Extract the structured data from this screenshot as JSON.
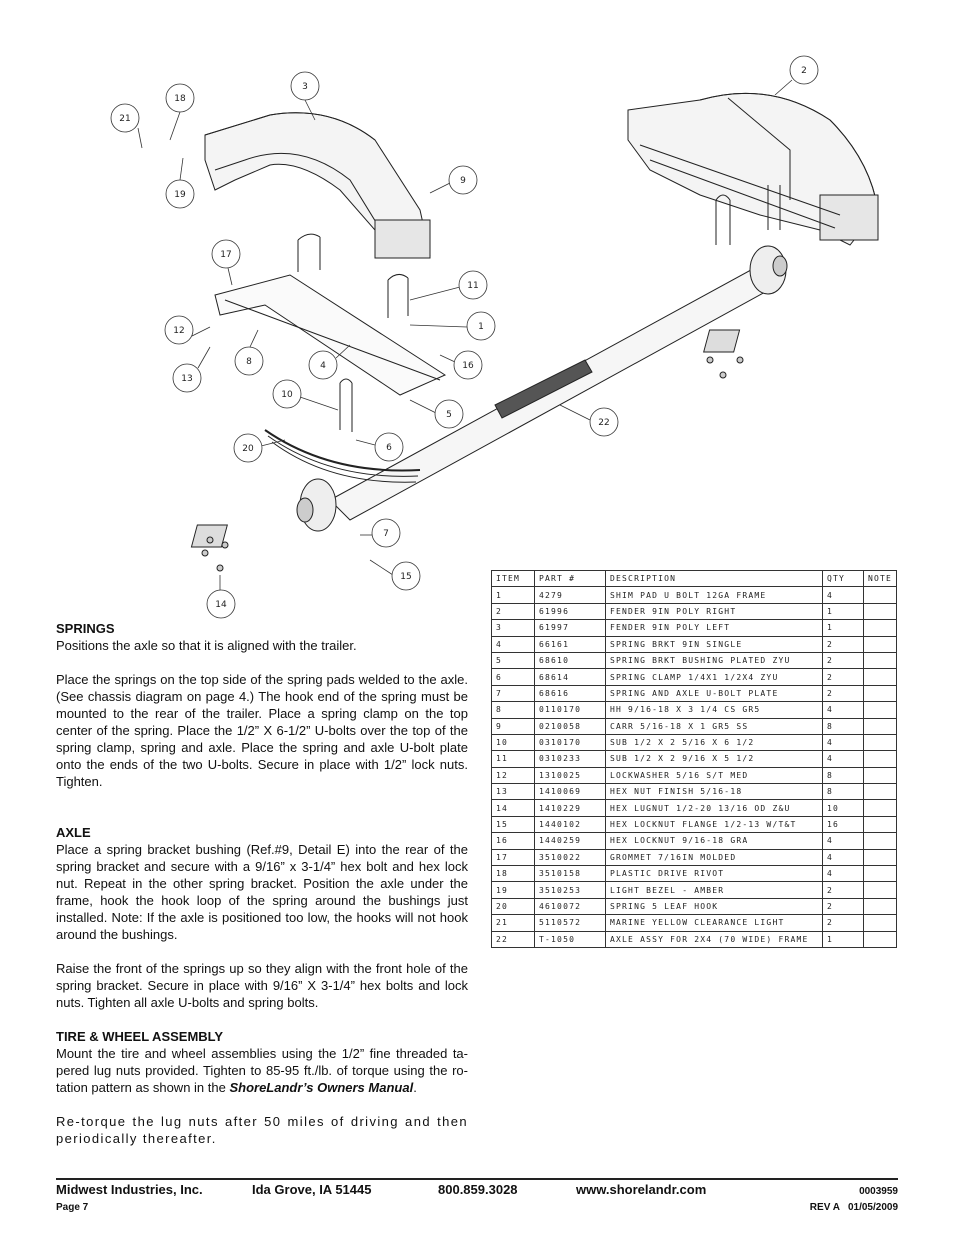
{
  "callouts": [
    "21",
    "18",
    "19",
    "3",
    "9",
    "2",
    "17",
    "11",
    "1",
    "12",
    "13",
    "8",
    "4",
    "16",
    "10",
    "5",
    "20",
    "6",
    "22",
    "7",
    "15",
    "14"
  ],
  "springs": {
    "heading": "SPRINGS",
    "p1": "Positions the axle so that it is aligned with the trailer.",
    "p2": "Place  the springs on the top side of the spring pads welded to the axle. (See chassis diagram on page 4.) The hook end of the spring must be mounted to the rear of the trailer. Place a spring clamp on the top center of the spring. Place the 1/2” X 6-1/2” U-bolts over the top of the spring clamp, spring and axle. Place the spring and axle U-bolt plate onto the ends of the two U-bolts. Secure in place with 1/2” lock nuts. Tighten."
  },
  "axle": {
    "heading": "AXLE",
    "p1": "Place a spring bracket bushing (Ref.#9, Detail E) into the rear of the spring bracket and secure with a 9/16” x 3-1/4” hex bolt and hex lock nut. Repeat in the other spring bracket. Position the axle under the frame, hook the hook loop of the spring around the bushings just installed. Note: If the axle is positioned too low, the hooks will not hook around the bushings.",
    "p2": "Raise the front of the springs up so they align with the front hole of the spring bracket. Secure in place with 9/16” X 3-1/4” hex bolts and lock nuts. Tighten all axle U-bolts and spring bolts."
  },
  "tire": {
    "heading": "TIRE & WHEEL ASSEMBLY",
    "p1_a": "Mount the tire and wheel assemblies using the 1/2” fine threaded ta-pered lug nuts provided. Tighten to 85-95 ft./lb. of torque using the ro-tation pattern as shown in the ",
    "p1_em": "ShoreLandr’s Owners Manual",
    "p1_b": ".",
    "p2": "Re-torque the lug nuts after 50 miles of driving and then periodically thereafter."
  },
  "parts_table": {
    "headers": [
      "ITEM",
      "PART #",
      "DESCRIPTION",
      "QTY",
      "NOTE"
    ],
    "rows": [
      [
        "1",
        "4279",
        "SHIM PAD   U BOLT 12GA FRAME",
        "4",
        ""
      ],
      [
        "2",
        "61996",
        "FENDER  9IN POLY RIGHT",
        "1",
        ""
      ],
      [
        "3",
        "61997",
        "FENDER  9IN POLY LEFT",
        "1",
        ""
      ],
      [
        "4",
        "66161",
        "SPRING BRKT   9IN SINGLE",
        "2",
        ""
      ],
      [
        "5",
        "68610",
        "SPRING BRKT BUSHING PLATED ZYU",
        "2",
        ""
      ],
      [
        "6",
        "68614",
        "SPRING CLAMP  1/4X1 1/2X4  ZYU",
        "2",
        ""
      ],
      [
        "7",
        "68616",
        "SPRING AND AXLE U-BOLT PLATE",
        "2",
        ""
      ],
      [
        "8",
        "0110170",
        "HH 9/16-18 X 3 1/4 CS GR5",
        "4",
        ""
      ],
      [
        "9",
        "0210058",
        "CARR 5/16-18 X 1 GR5 SS",
        "8",
        ""
      ],
      [
        "10",
        "0310170",
        "SUB 1/2 X 2 5/16 X 6 1/2",
        "4",
        ""
      ],
      [
        "11",
        "0310233",
        "SUB 1/2 X 2 9/16 X 5 1/2",
        "4",
        ""
      ],
      [
        "12",
        "1310025",
        "LOCKWASHER 5/16 S/T MED",
        "8",
        ""
      ],
      [
        "13",
        "1410069",
        "HEX NUT FINISH 5/16-18",
        "8",
        ""
      ],
      [
        "14",
        "1410229",
        "HEX LUGNUT 1/2-20 13/16 OD Z&U",
        "10",
        ""
      ],
      [
        "15",
        "1440102",
        "HEX LOCKNUT FLANGE 1/2-13 W/T&T",
        "16",
        ""
      ],
      [
        "16",
        "1440259",
        "HEX LOCKNUT 9/16-18 GRA",
        "4",
        ""
      ],
      [
        "17",
        "3510022",
        "GROMMET  7/16IN MOLDED",
        "4",
        ""
      ],
      [
        "18",
        "3510158",
        "PLASTIC DRIVE RIVOT",
        "4",
        ""
      ],
      [
        "19",
        "3510253",
        "LIGHT BEZEL - AMBER",
        "2",
        ""
      ],
      [
        "20",
        "4610072",
        "SPRING  5 LEAF HOOK",
        "2",
        ""
      ],
      [
        "21",
        "5110572",
        "MARINE YELLOW CLEARANCE LIGHT",
        "2",
        ""
      ],
      [
        "22",
        "T-1050",
        "AXLE ASSY FOR 2X4 (70 WIDE) FRAME",
        "1",
        ""
      ]
    ]
  },
  "footer": {
    "company": "Midwest Industries, Inc.",
    "city": "Ida Grove, IA  51445",
    "phone": "800.859.3028",
    "web": "www.shorelandr.com",
    "docnum": "0003959",
    "page": "Page 7",
    "rev": "REV A   01/05/2009"
  }
}
